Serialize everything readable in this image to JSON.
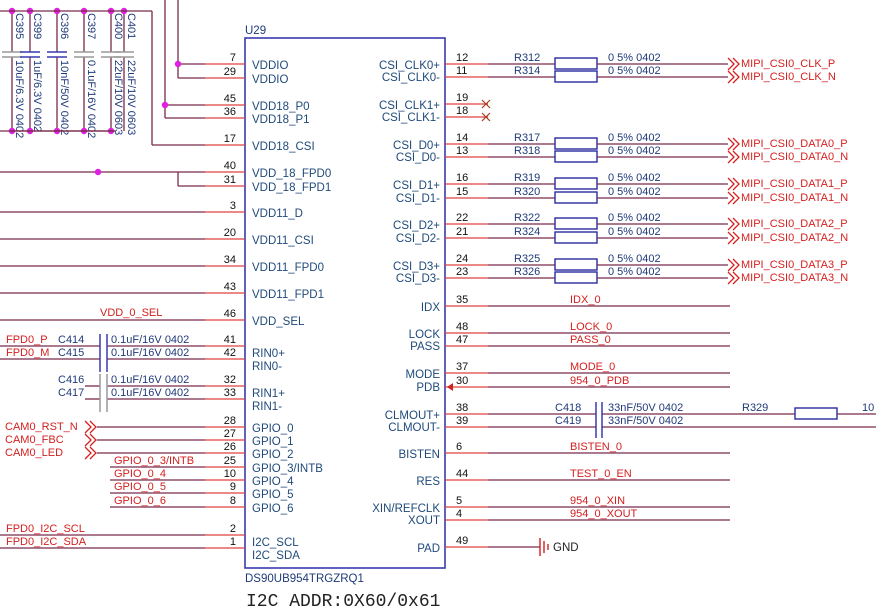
{
  "chip": {
    "refdes": "U29",
    "part": "DS90UB954TRGZRQ1",
    "note": "I2C ADDR:0X60/0x61"
  },
  "decoupling_caps": [
    {
      "ref": "C395",
      "value": "10uF/6.3V 0402"
    },
    {
      "ref": "C399",
      "value": "1uF/6.3V 0402"
    },
    {
      "ref": "C396",
      "value": "10nF/50V 0402"
    },
    {
      "ref": "C397",
      "value": "0.1uF/16V 0402"
    },
    {
      "ref": "C400",
      "value": "22uF/10V 0603"
    },
    {
      "ref": "C401",
      "value": "22uF/10V 0603"
    }
  ],
  "left_pins": [
    {
      "num": "7",
      "name": "VDDIO",
      "net": ""
    },
    {
      "num": "29",
      "name": "VDDIO",
      "net": ""
    },
    {
      "num": "45",
      "name": "VDD18_P0",
      "net": ""
    },
    {
      "num": "36",
      "name": "VDD18_P1",
      "net": ""
    },
    {
      "num": "17",
      "name": "VDD18_CSI",
      "net": ""
    },
    {
      "num": "40",
      "name": "VDD_18_FPD0",
      "net": ""
    },
    {
      "num": "31",
      "name": "VDD_18_FPD1",
      "net": ""
    },
    {
      "num": "3",
      "name": "VDD11_D",
      "net": ""
    },
    {
      "num": "20",
      "name": "VDD11_CSI",
      "net": ""
    },
    {
      "num": "34",
      "name": "VDD11_FPD0",
      "net": ""
    },
    {
      "num": "43",
      "name": "VDD11_FPD1",
      "net": ""
    },
    {
      "num": "46",
      "name": "VDD_SEL",
      "net": "VDD_0_SEL"
    },
    {
      "num": "41",
      "name": "RIN0+",
      "net": "FPD0_P"
    },
    {
      "num": "42",
      "name": "RIN0-",
      "net": "FPD0_M"
    },
    {
      "num": "32",
      "name": "RIN1+",
      "net": ""
    },
    {
      "num": "33",
      "name": "RIN1-",
      "net": ""
    },
    {
      "num": "28",
      "name": "GPIO_0",
      "net": "CAM0_RST_N"
    },
    {
      "num": "27",
      "name": "GPIO_1",
      "net": "CAM0_FBC"
    },
    {
      "num": "26",
      "name": "GPIO_2",
      "net": "CAM0_LED"
    },
    {
      "num": "25",
      "name": "GPIO_3/INTB",
      "net": "GPIO_0_3/INTB"
    },
    {
      "num": "10",
      "name": "GPIO_4",
      "net": "GPIO_0_4"
    },
    {
      "num": "9",
      "name": "GPIO_5",
      "net": "GPIO_0_5"
    },
    {
      "num": "8",
      "name": "GPIO_6",
      "net": "GPIO_0_6"
    },
    {
      "num": "2",
      "name": "I2C_SCL",
      "net": "FPD0_I2C_SCL"
    },
    {
      "num": "1",
      "name": "I2C_SDA",
      "net": "FPD0_I2C_SDA"
    }
  ],
  "ac_caps": [
    {
      "ref": "C414",
      "value": "0.1uF/16V 0402"
    },
    {
      "ref": "C415",
      "value": "0.1uF/16V 0402"
    },
    {
      "ref": "C416",
      "value": "0.1uF/16V 0402"
    },
    {
      "ref": "C417",
      "value": "0.1uF/16V 0402"
    }
  ],
  "right_pins": [
    {
      "num": "12",
      "name": "CSI_CLK0+",
      "net": "MIPI_CSI0_CLK_P",
      "res": "R312",
      "res_value": "0 5% 0402"
    },
    {
      "num": "11",
      "name": "CSI_CLK0-",
      "net": "MIPI_CSI0_CLK_N",
      "res": "R314",
      "res_value": "0 5% 0402"
    },
    {
      "num": "19",
      "name": "CSI_CLK1+",
      "net": "",
      "res": "",
      "res_value": ""
    },
    {
      "num": "18",
      "name": "CSI_CLK1-",
      "net": "",
      "res": "",
      "res_value": ""
    },
    {
      "num": "14",
      "name": "CSI_D0+",
      "net": "MIPI_CSI0_DATA0_P",
      "res": "R317",
      "res_value": "0 5% 0402"
    },
    {
      "num": "13",
      "name": "CSI_D0-",
      "net": "MIPI_CSI0_DATA0_N",
      "res": "R318",
      "res_value": "0 5% 0402"
    },
    {
      "num": "16",
      "name": "CSI_D1+",
      "net": "MIPI_CSI0_DATA1_P",
      "res": "R319",
      "res_value": "0 5% 0402"
    },
    {
      "num": "15",
      "name": "CSI_D1-",
      "net": "MIPI_CSI0_DATA1_N",
      "res": "R320",
      "res_value": "0 5% 0402"
    },
    {
      "num": "22",
      "name": "CSI_D2+",
      "net": "MIPI_CSI0_DATA2_P",
      "res": "R322",
      "res_value": "0 5% 0402"
    },
    {
      "num": "21",
      "name": "CSI_D2-",
      "net": "MIPI_CSI0_DATA2_N",
      "res": "R324",
      "res_value": "0 5% 0402"
    },
    {
      "num": "24",
      "name": "CSI_D3+",
      "net": "MIPI_CSI0_DATA3_P",
      "res": "R325",
      "res_value": "0 5% 0402"
    },
    {
      "num": "23",
      "name": "CSI_D3-",
      "net": "MIPI_CSI0_DATA3_N",
      "res": "R326",
      "res_value": "0 5% 0402"
    },
    {
      "num": "35",
      "name": "IDX",
      "net": "IDX_0"
    },
    {
      "num": "48",
      "name": "LOCK",
      "net": "LOCK_0"
    },
    {
      "num": "47",
      "name": "PASS",
      "net": "PASS_0"
    },
    {
      "num": "37",
      "name": "MODE",
      "net": "MODE_0"
    },
    {
      "num": "30",
      "name": "PDB",
      "net": "954_0_PDB"
    },
    {
      "num": "38",
      "name": "CLMOUT+",
      "net": ""
    },
    {
      "num": "39",
      "name": "CLMOUT-",
      "net": ""
    },
    {
      "num": "6",
      "name": "BISTEN",
      "net": "BISTEN_0"
    },
    {
      "num": "44",
      "name": "RES",
      "net": "TEST_0_EN"
    },
    {
      "num": "5",
      "name": "XIN/REFCLK",
      "net": "954_0_XIN"
    },
    {
      "num": "4",
      "name": "XOUT",
      "net": "954_0_XOUT"
    },
    {
      "num": "49",
      "name": "PAD",
      "net": "GND"
    }
  ],
  "clmout": {
    "caps": [
      {
        "ref": "C418",
        "value": "33nF/50V 0402"
      },
      {
        "ref": "C419",
        "value": "33nF/50V 0402"
      }
    ],
    "res": "R329",
    "res_value_partial": "10"
  },
  "icons": {
    "ground": "ground-icon",
    "no_connect": "no-connect-icon",
    "offpage_port": "offpage-connector-icon",
    "junction": "junction-dot-icon"
  }
}
